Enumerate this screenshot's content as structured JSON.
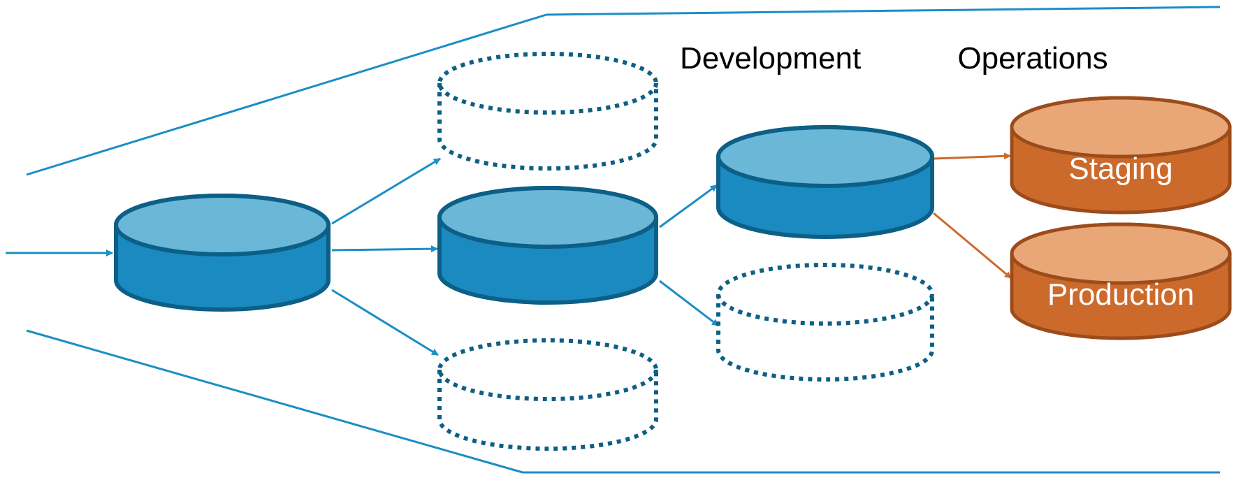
{
  "labels": {
    "development": "Development",
    "operations": "Operations"
  },
  "nodes": {
    "staging": "Staging",
    "production": "Production"
  },
  "colors": {
    "outline": "#1b8ec6",
    "blue_body": "#1a8ac0",
    "blue_top": "#6bb7d8",
    "blue_border": "#0c5f86",
    "dotted": "#0f5e84",
    "orange_body": "#cc6a2c",
    "orange_top": "#e9a778",
    "orange_border": "#9c4c1a",
    "orange_arrow": "#cc6a2c",
    "blue_arrow": "#1b8ec6"
  }
}
